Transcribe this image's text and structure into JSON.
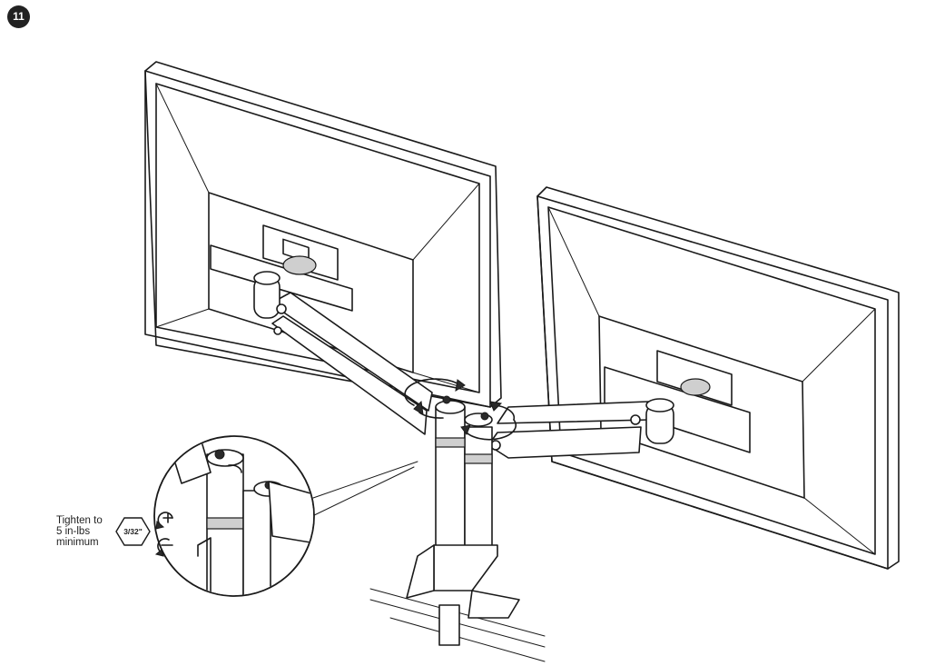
{
  "step": {
    "number": "11"
  },
  "instruction": {
    "line1": "Tighten to",
    "line2": "5 in-lbs",
    "line3": "minimum"
  },
  "tool": {
    "hex_key_size": "3/32\"",
    "icon": "hex-key-icon"
  },
  "rotation_icons": {
    "tighten": "plus-rotate-icon",
    "loosen": "minus-rotate-icon"
  }
}
